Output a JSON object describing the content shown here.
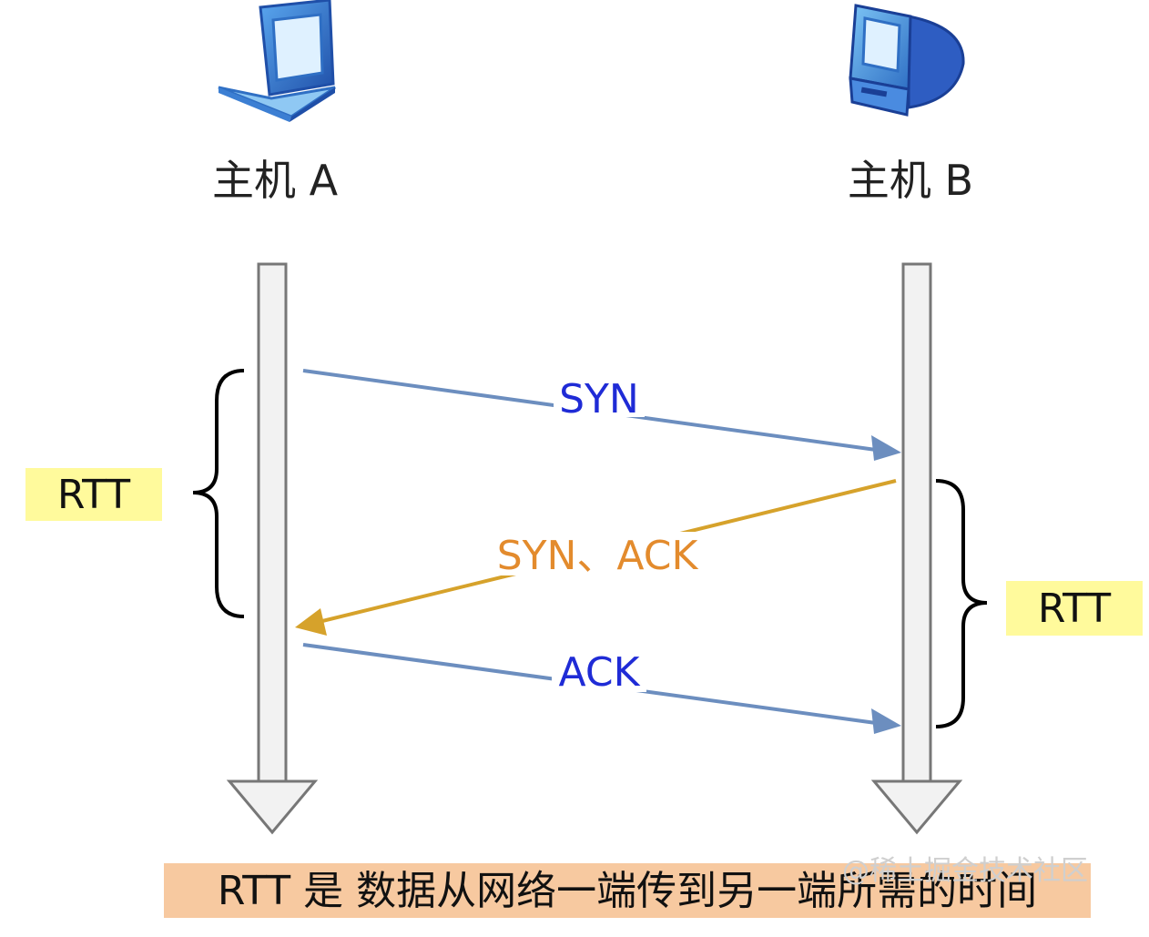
{
  "hosts": {
    "a": {
      "label": "主机 A",
      "icon": "laptop-icon"
    },
    "b": {
      "label": "主机 B",
      "icon": "desktop-computer-icon"
    }
  },
  "messages": [
    {
      "label": "SYN",
      "direction": "A→B",
      "line_color": "#6c8ebf",
      "text_color": "#1f2bd6"
    },
    {
      "label": "SYN、ACK",
      "direction": "B→A",
      "line_color": "#d6a22b",
      "text_color": "#e38b2d"
    },
    {
      "label": "ACK",
      "direction": "A→B",
      "line_color": "#6c8ebf",
      "text_color": "#1f2bd6"
    }
  ],
  "rtt": {
    "left": {
      "label": "RTT"
    },
    "right": {
      "label": "RTT"
    },
    "background": "#fffa9c"
  },
  "caption": {
    "text": "RTT 是 数据从网络一端传到另一端所需的时间",
    "background": "#f7c9a0"
  },
  "watermark": {
    "text": "@稀土掘金技术社区"
  },
  "colors": {
    "timeline_fill": "#f2f2f2",
    "timeline_stroke": "#777777",
    "brace": "#000000"
  }
}
